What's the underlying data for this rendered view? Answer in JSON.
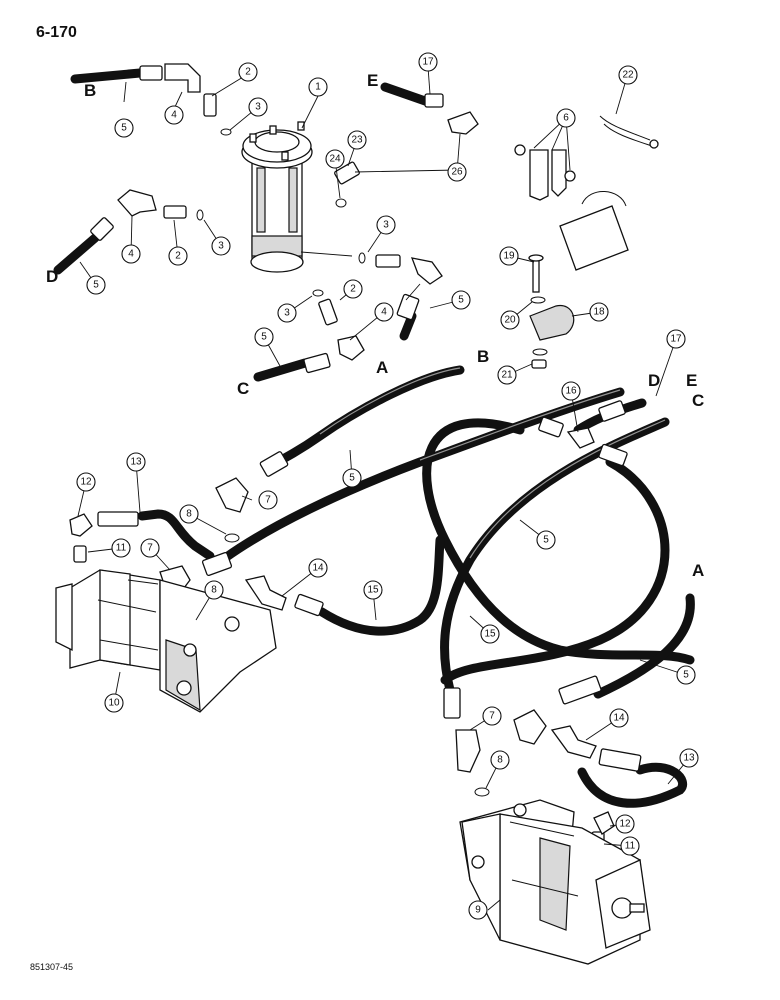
{
  "page_number": "6-170",
  "figure_code": "851307-45",
  "connection_letters": [
    "A",
    "B",
    "C",
    "D",
    "E"
  ],
  "callout_numbers": [
    "1",
    "2",
    "3",
    "4",
    "5",
    "6",
    "7",
    "8",
    "9",
    "10",
    "11",
    "12",
    "13",
    "14",
    "15",
    "16",
    "17",
    "18",
    "19",
    "20",
    "21",
    "22",
    "23",
    "24",
    "26"
  ]
}
